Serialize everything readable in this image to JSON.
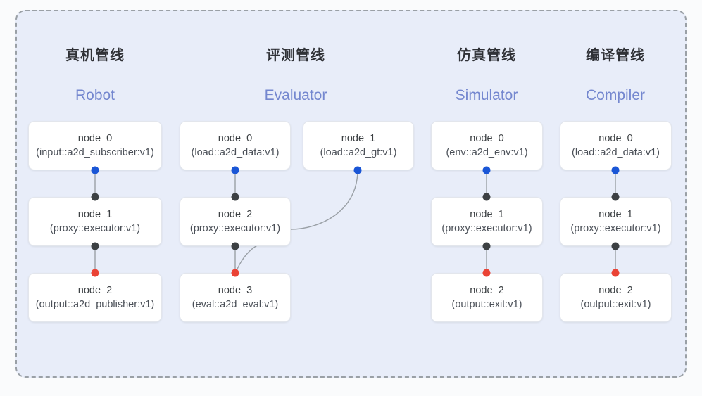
{
  "diagram": {
    "type": "pipeline-graph",
    "panel": {
      "style": "dashed-rounded-container",
      "background": "#e8edf9",
      "border_color": "#9aa0a6"
    },
    "colors": {
      "page_background": "#fafbfc",
      "panel_background": "#e8edf9",
      "panel_border": "#9aa0a6",
      "node_background": "#ffffff",
      "node_border": "#e3e6ec",
      "title_text": "#2f3136",
      "subtitle_text": "#7487cf",
      "node_text": "#3c4043",
      "edge_line": "#9aa0a6",
      "port_input": "#1a56d6",
      "port_middle": "#3c4043",
      "port_output": "#ea4335"
    },
    "columns": [
      {
        "key": "robot",
        "title": "真机管线",
        "subtitle": "Robot",
        "nodes": [
          {
            "id": "node_0",
            "spec": "(input::a2d_subscriber:v1)"
          },
          {
            "id": "node_1",
            "spec": "(proxy::executor:v1)"
          },
          {
            "id": "node_2",
            "spec": "(output::a2d_publisher:v1)"
          }
        ]
      },
      {
        "key": "evaluator",
        "title": "评测管线",
        "subtitle": "Evaluator",
        "nodes": [
          {
            "id": "node_0",
            "spec": "(load::a2d_data:v1)"
          },
          {
            "id": "node_1",
            "spec": "(load::a2d_gt:v1)"
          },
          {
            "id": "node_2",
            "spec": "(proxy::executor:v1)"
          },
          {
            "id": "node_3",
            "spec": "(eval::a2d_eval:v1)"
          }
        ]
      },
      {
        "key": "simulator",
        "title": "仿真管线",
        "subtitle": "Simulator",
        "nodes": [
          {
            "id": "node_0",
            "spec": "(env::a2d_env:v1)"
          },
          {
            "id": "node_1",
            "spec": "(proxy::executor:v1)"
          },
          {
            "id": "node_2",
            "spec": "(output::exit:v1)"
          }
        ]
      },
      {
        "key": "compiler",
        "title": "编译管线",
        "subtitle": "Compiler",
        "nodes": [
          {
            "id": "node_0",
            "spec": "(load::a2d_data:v1)"
          },
          {
            "id": "node_1",
            "spec": "(proxy::executor:v1)"
          },
          {
            "id": "node_2",
            "spec": "(output::exit:v1)"
          }
        ]
      }
    ]
  }
}
